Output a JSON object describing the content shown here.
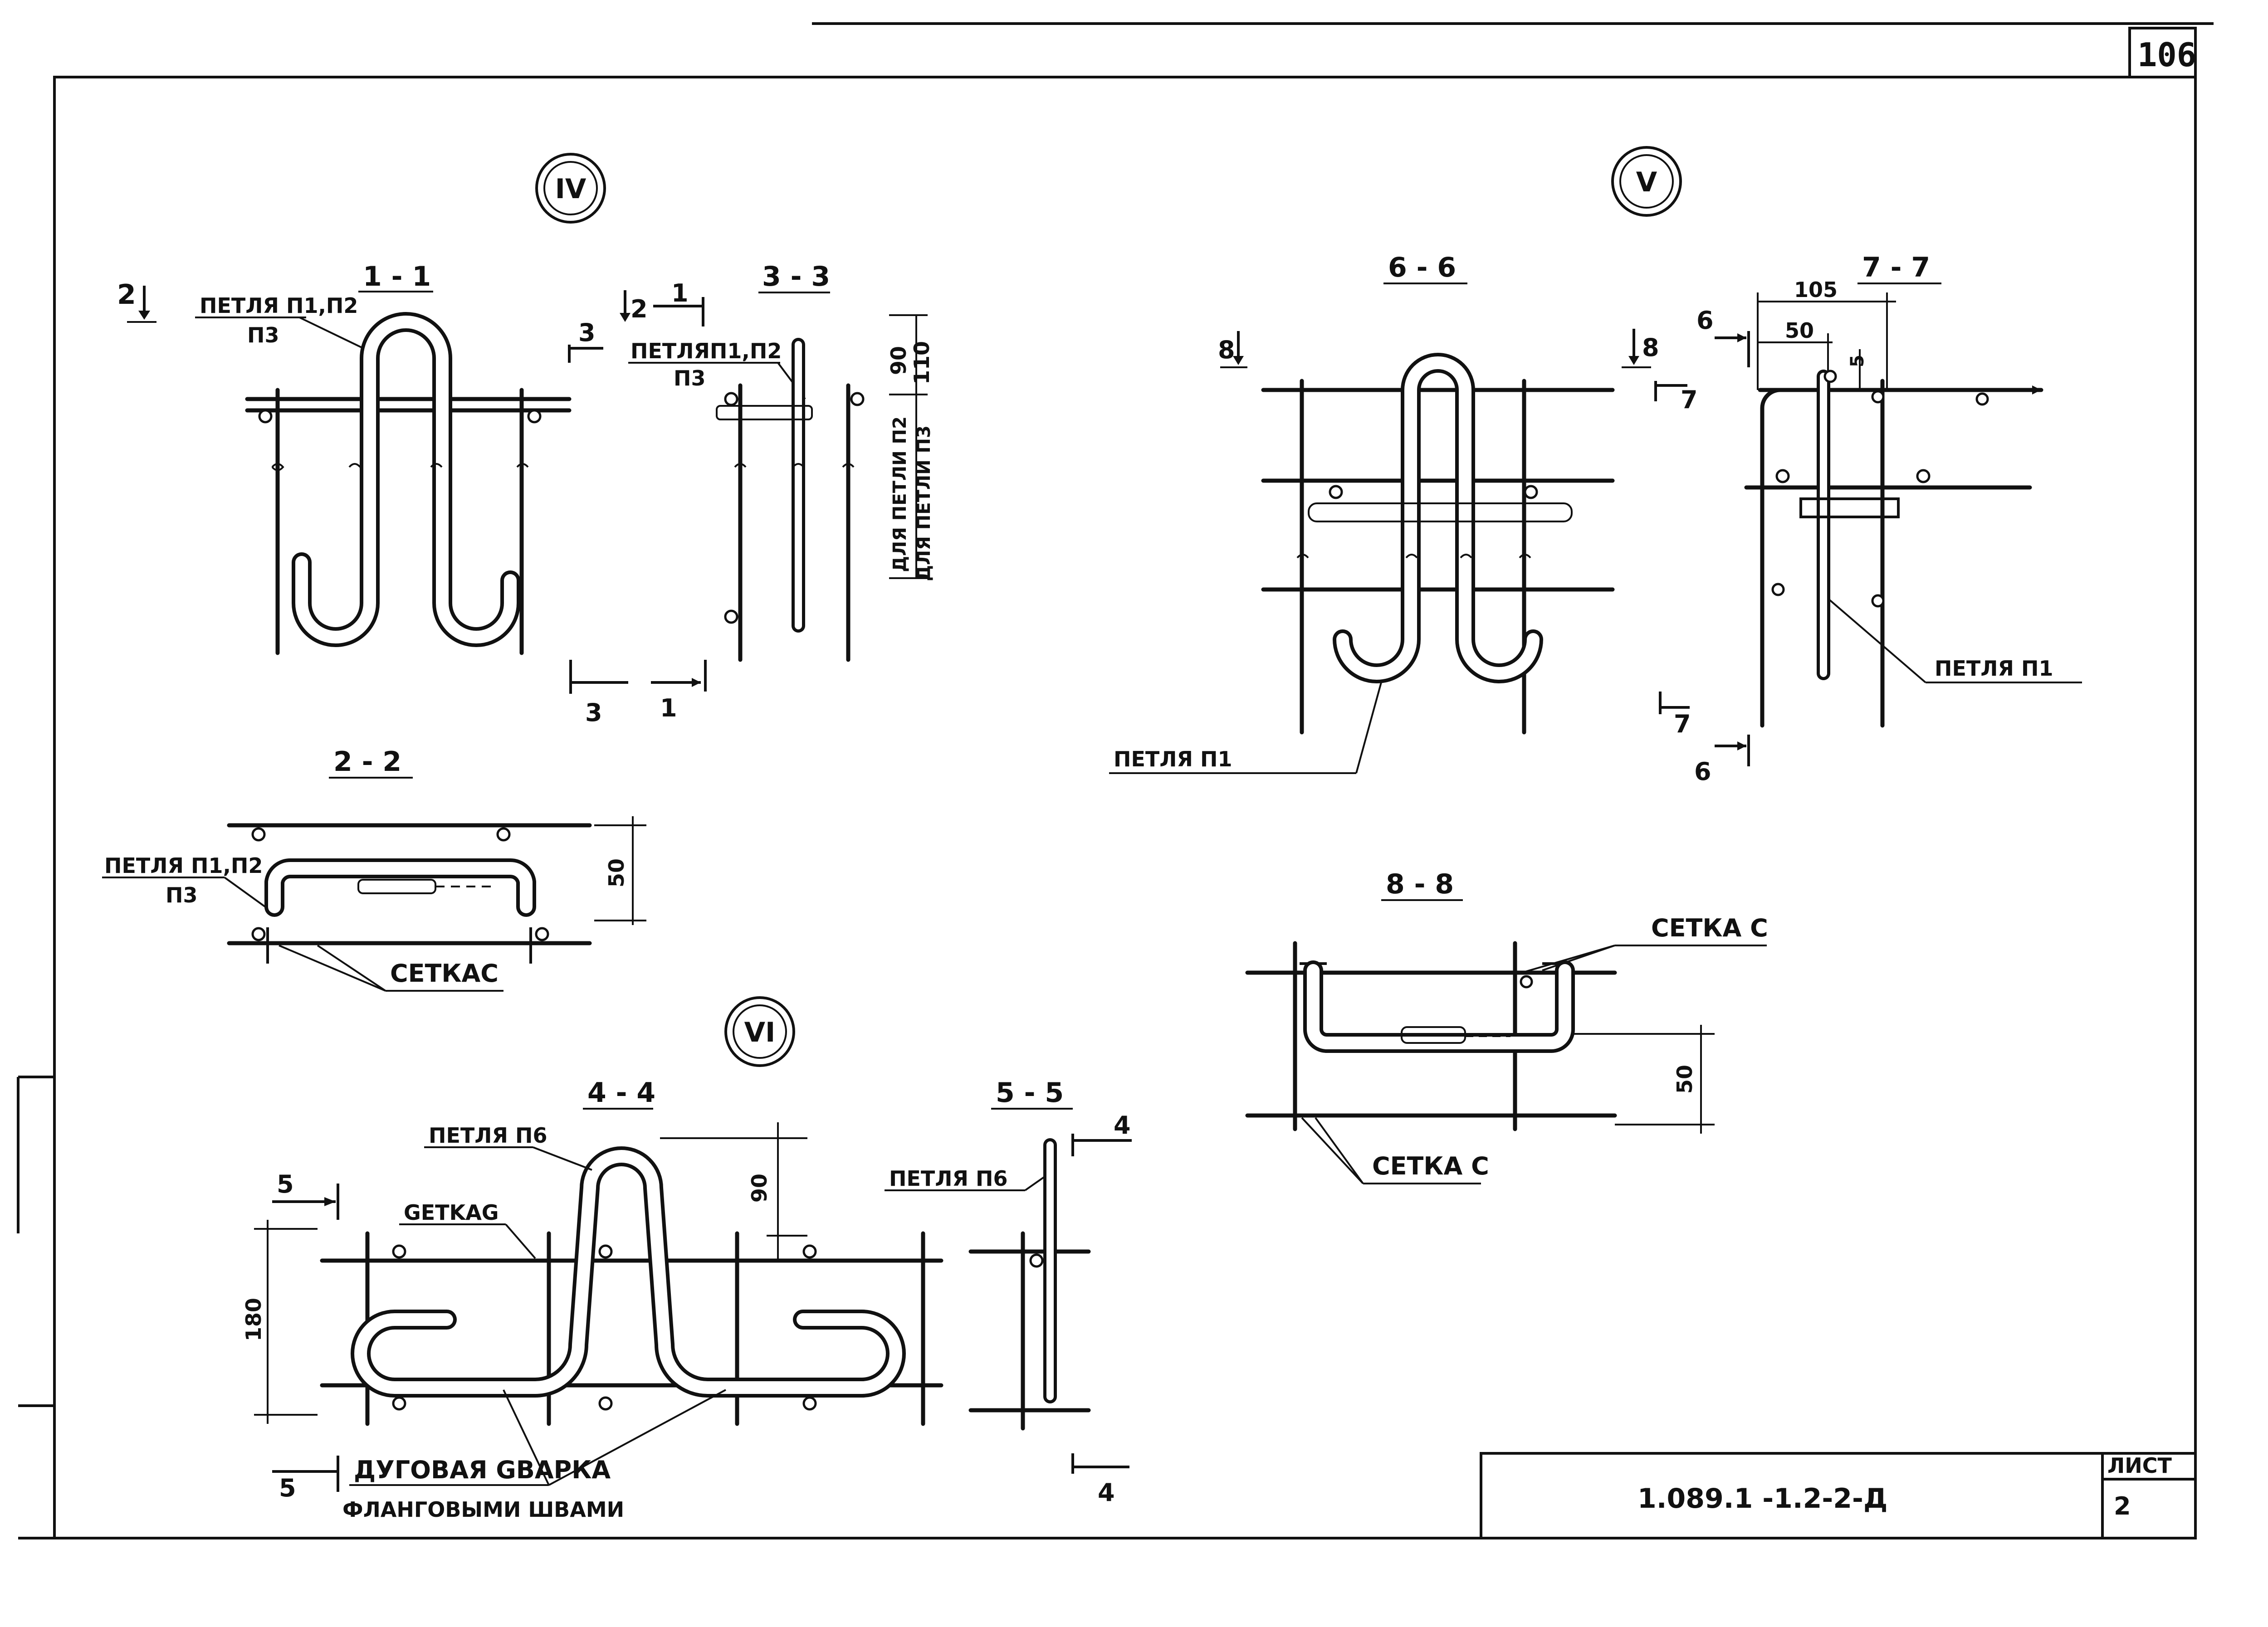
{
  "sheet": {
    "page_number": "106",
    "code": "1.089.1 -1.2-2-Д",
    "sheet_label": "ЛИСТ",
    "sheet_number": "2"
  },
  "nodes": {
    "n1": "IV",
    "n2": "V",
    "n3": "VI"
  },
  "sections": {
    "s11": "1 - 1",
    "s22": "2 - 2",
    "s33": "3 - 3",
    "s44": "4 - 4",
    "s55": "5 - 5",
    "s66": "6 - 6",
    "s77": "7 - 7",
    "s88": "8 - 8"
  },
  "marks": {
    "m2": "2",
    "m3": "3",
    "m1": "1",
    "m5": "5",
    "m4": "4",
    "m6": "6",
    "m7": "7",
    "m8": "8"
  },
  "labels": {
    "loop_p1_p2": "ПЕТЛЯ П1,П2",
    "p3": "П3",
    "loop_p1_p2_b": "ПЕТЛЯП1,П2",
    "for_p2": "ДЛЯ ПЕТЛИ П2",
    "for_p3": "ДЛЯ ПЕТЛИ П3",
    "mesh": "СЕТКАС",
    "mesh_spaced": "СЕТКА С",
    "mesh_g": "GETKAG",
    "loop_p6": "ПЕТЛЯ П6",
    "loop_p1": "ПЕТЛЯ П1",
    "weld1": "ДУГОВАЯ GВАРКА",
    "weld2": "ФЛАНГОВЫМИ ШВАМИ"
  },
  "dims": {
    "d90": "90",
    "d110": "110",
    "d50": "50",
    "d180": "180",
    "d105": "105",
    "d5": "5"
  }
}
